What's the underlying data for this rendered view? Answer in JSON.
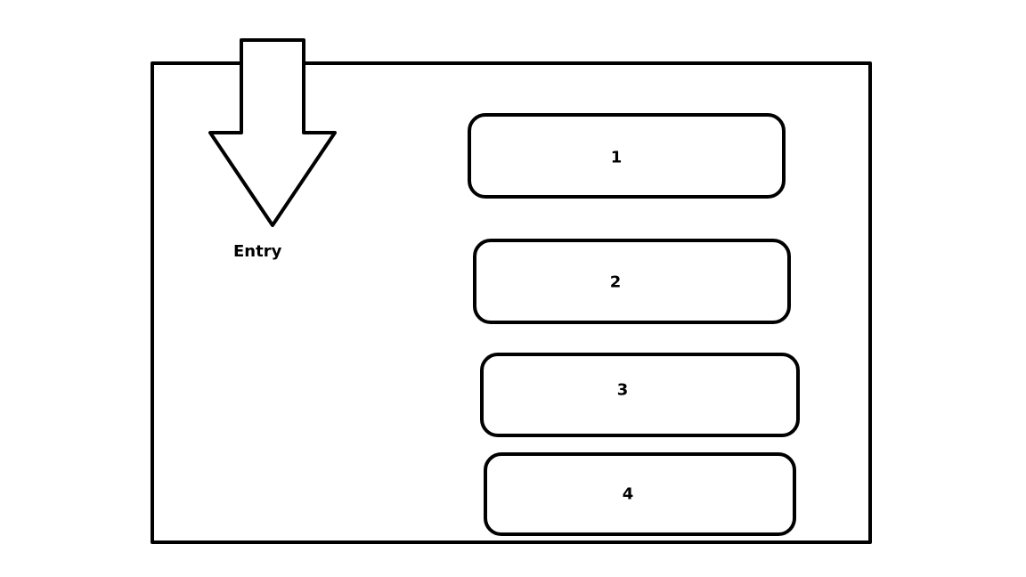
{
  "entry": {
    "label": "Entry"
  },
  "boxes": [
    {
      "label": "1"
    },
    {
      "label": "2"
    },
    {
      "label": "3"
    },
    {
      "label": "4"
    }
  ]
}
